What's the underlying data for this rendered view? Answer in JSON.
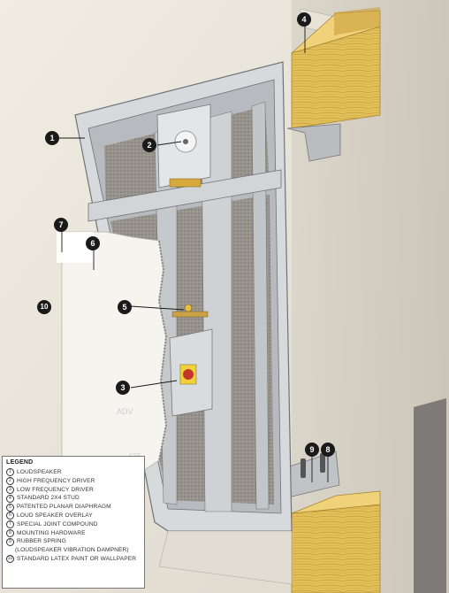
{
  "legend": {
    "title": "LEGEND",
    "items": [
      {
        "num": "1",
        "label": "LOUDSPEAKER"
      },
      {
        "num": "2",
        "label": "HIGH FREQUENCY DRIVER"
      },
      {
        "num": "3",
        "label": "LOW FREQUENCY DRIVER"
      },
      {
        "num": "4",
        "label": "STANDARD 2X4 STUD"
      },
      {
        "num": "5",
        "label": "PATENTED PLANAR DIAPHRAGM"
      },
      {
        "num": "6",
        "label": "LOUD SPEAKER OVERLAY"
      },
      {
        "num": "7",
        "label": "SPECIAL JOINT COMPOUND"
      },
      {
        "num": "8",
        "label": "MOUNTING HARDWARE"
      },
      {
        "num": "9",
        "label": "RUBBER SPRING",
        "sub": "(LOUDSPEAKER VIBRATION DAMPNER)"
      },
      {
        "num": "10",
        "label": "STANDARD LATEX PAINT OR WALLPAPER"
      }
    ]
  },
  "callouts": {
    "c1": "1",
    "c2": "2",
    "c3": "3",
    "c4": "4",
    "c5": "5",
    "c6": "6",
    "c7": "7",
    "c8": "8",
    "c9": "9",
    "c10": "10"
  },
  "colors": {
    "wall": "#e9e4d8",
    "wood": "#e4c25a",
    "frame": "#c9cdd0",
    "foam": "#8e8a86",
    "overlay": "#f7f5f0"
  }
}
